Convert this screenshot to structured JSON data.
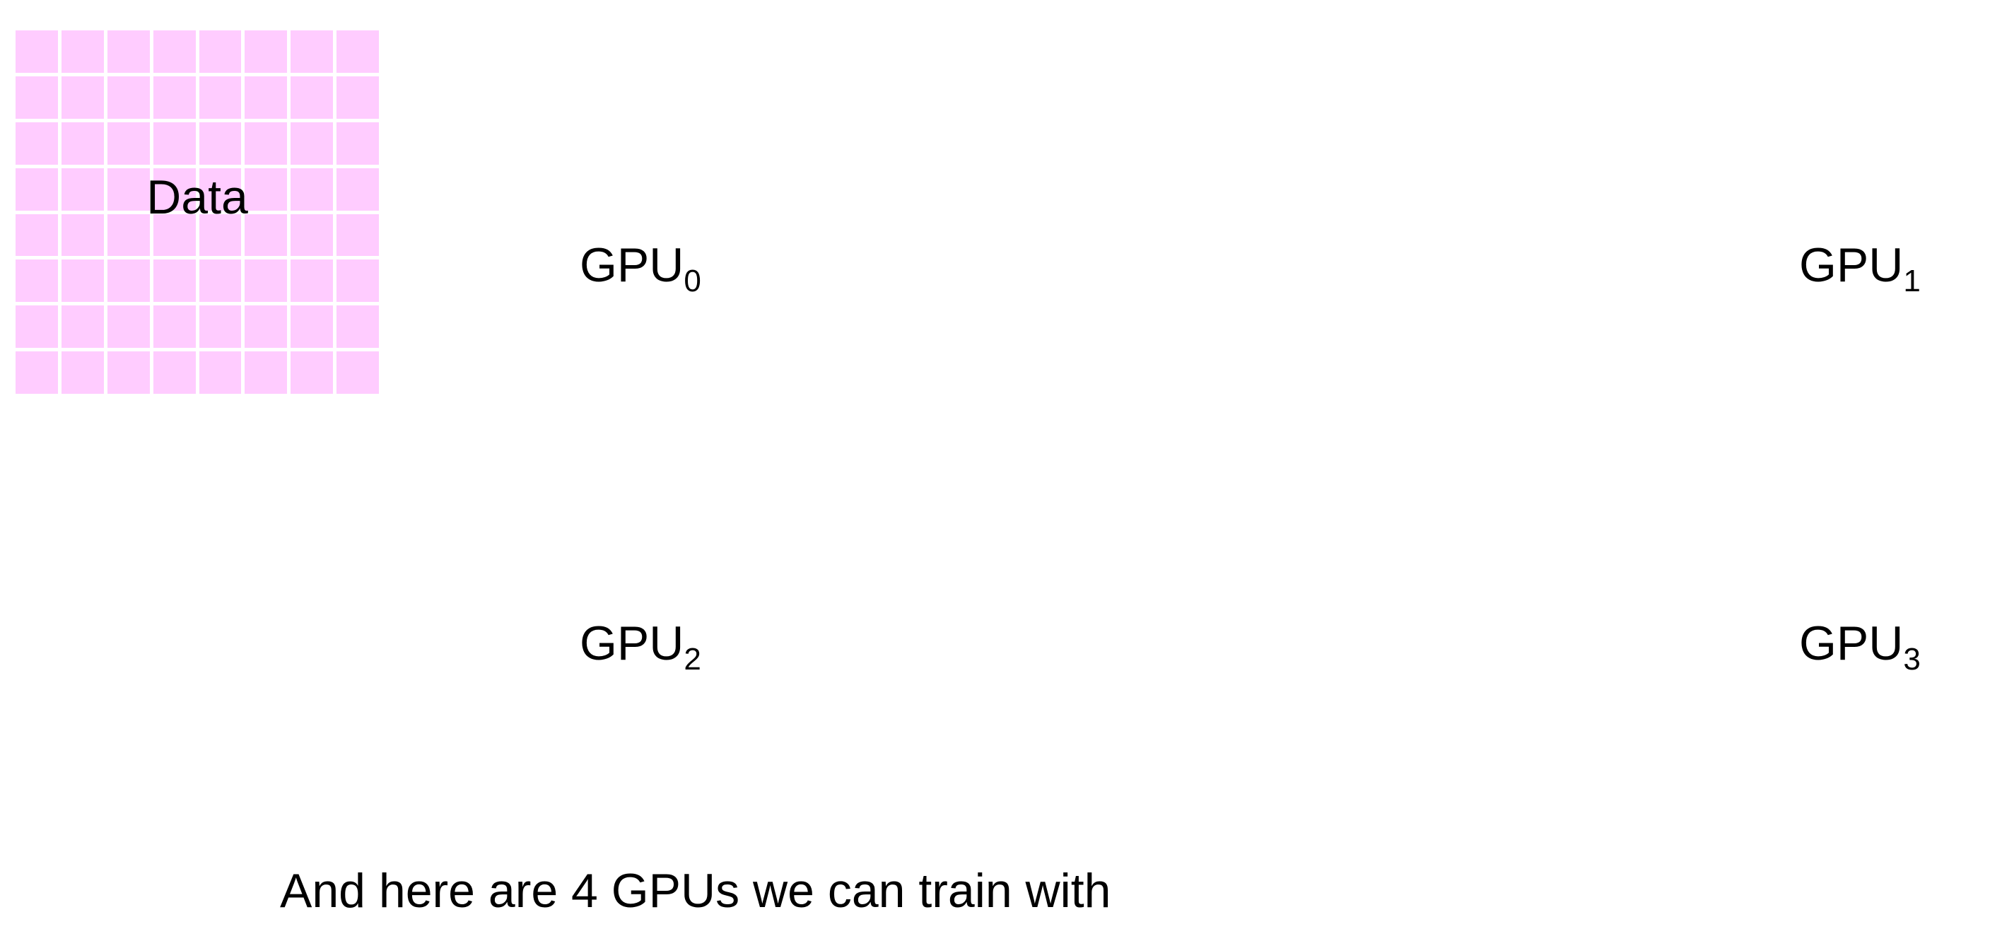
{
  "data_block": {
    "label": "Data",
    "color": "#ffccff",
    "grid_rows": 8,
    "grid_cols": 8
  },
  "gpus": [
    {
      "base": "GPU",
      "index": "0"
    },
    {
      "base": "GPU",
      "index": "1"
    },
    {
      "base": "GPU",
      "index": "2"
    },
    {
      "base": "GPU",
      "index": "3"
    }
  ],
  "caption": "And here are 4 GPUs we can train with"
}
